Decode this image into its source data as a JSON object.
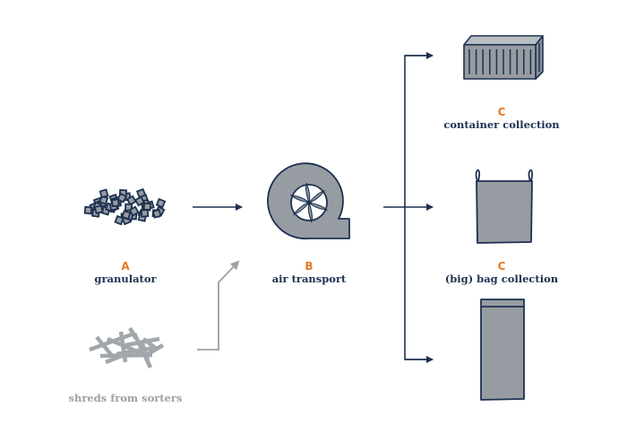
{
  "colors": {
    "navy": "#1d3150",
    "fill_gray": "#969ca1",
    "light_gray": "#9aa1a6",
    "accent_orange": "#e87722",
    "background": "#ffffff"
  },
  "nodes": {
    "granulator": {
      "letter": "A",
      "label": "granulator",
      "icon": "granules-icon"
    },
    "air_transport": {
      "letter": "B",
      "label": "air transport",
      "icon": "fan-blower-icon"
    },
    "container": {
      "letter": "C",
      "label": "container collection",
      "icon": "container-icon"
    },
    "big_bag": {
      "letter": "C",
      "label": "(big) bag collection",
      "icon": "big-bag-icon"
    },
    "sack": {
      "icon": "sack-icon"
    },
    "shreds": {
      "label": "shreds from sorters",
      "icon": "shreds-icon"
    }
  },
  "edges": [
    {
      "from": "granulator",
      "to": "air_transport"
    },
    {
      "from": "shreds",
      "to": "air_transport",
      "style": "gray"
    },
    {
      "from": "air_transport",
      "to": "container"
    },
    {
      "from": "air_transport",
      "to": "big_bag"
    },
    {
      "from": "air_transport",
      "to": "sack"
    }
  ]
}
